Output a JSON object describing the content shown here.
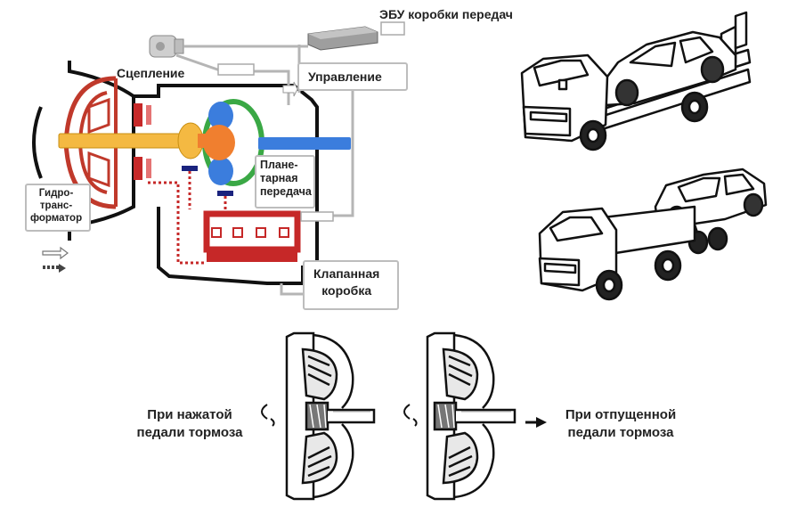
{
  "labels": {
    "ecu": "ЭБУ коробки передач",
    "clutch": "Сцепление",
    "control": "Управление",
    "planetary": "Плане-\nтарная\nпередача",
    "torque_converter": "Гидро-\nтранс-\nформатор",
    "valve_body": "Клапанная\nкоробка",
    "brake_pressed": "При нажатой\nпедали тормоза",
    "brake_released": "При отпущенной\nпедали тормоза"
  },
  "icons": [
    "transmission-diagram",
    "tow-truck-icon",
    "truck-trailer-icon",
    "torque-converter-icon",
    "arrow-right-icon"
  ],
  "colors": {
    "converter": "#c0392b",
    "shaft": "#f4b942",
    "planetary_sun": "#f07f2f",
    "planetary_planets": "#3b7ddd",
    "ring_gear": "#3aa845",
    "output_shaft": "#3b7ddd",
    "hydraulics": "#c62828",
    "actuator": "#1a237e"
  }
}
